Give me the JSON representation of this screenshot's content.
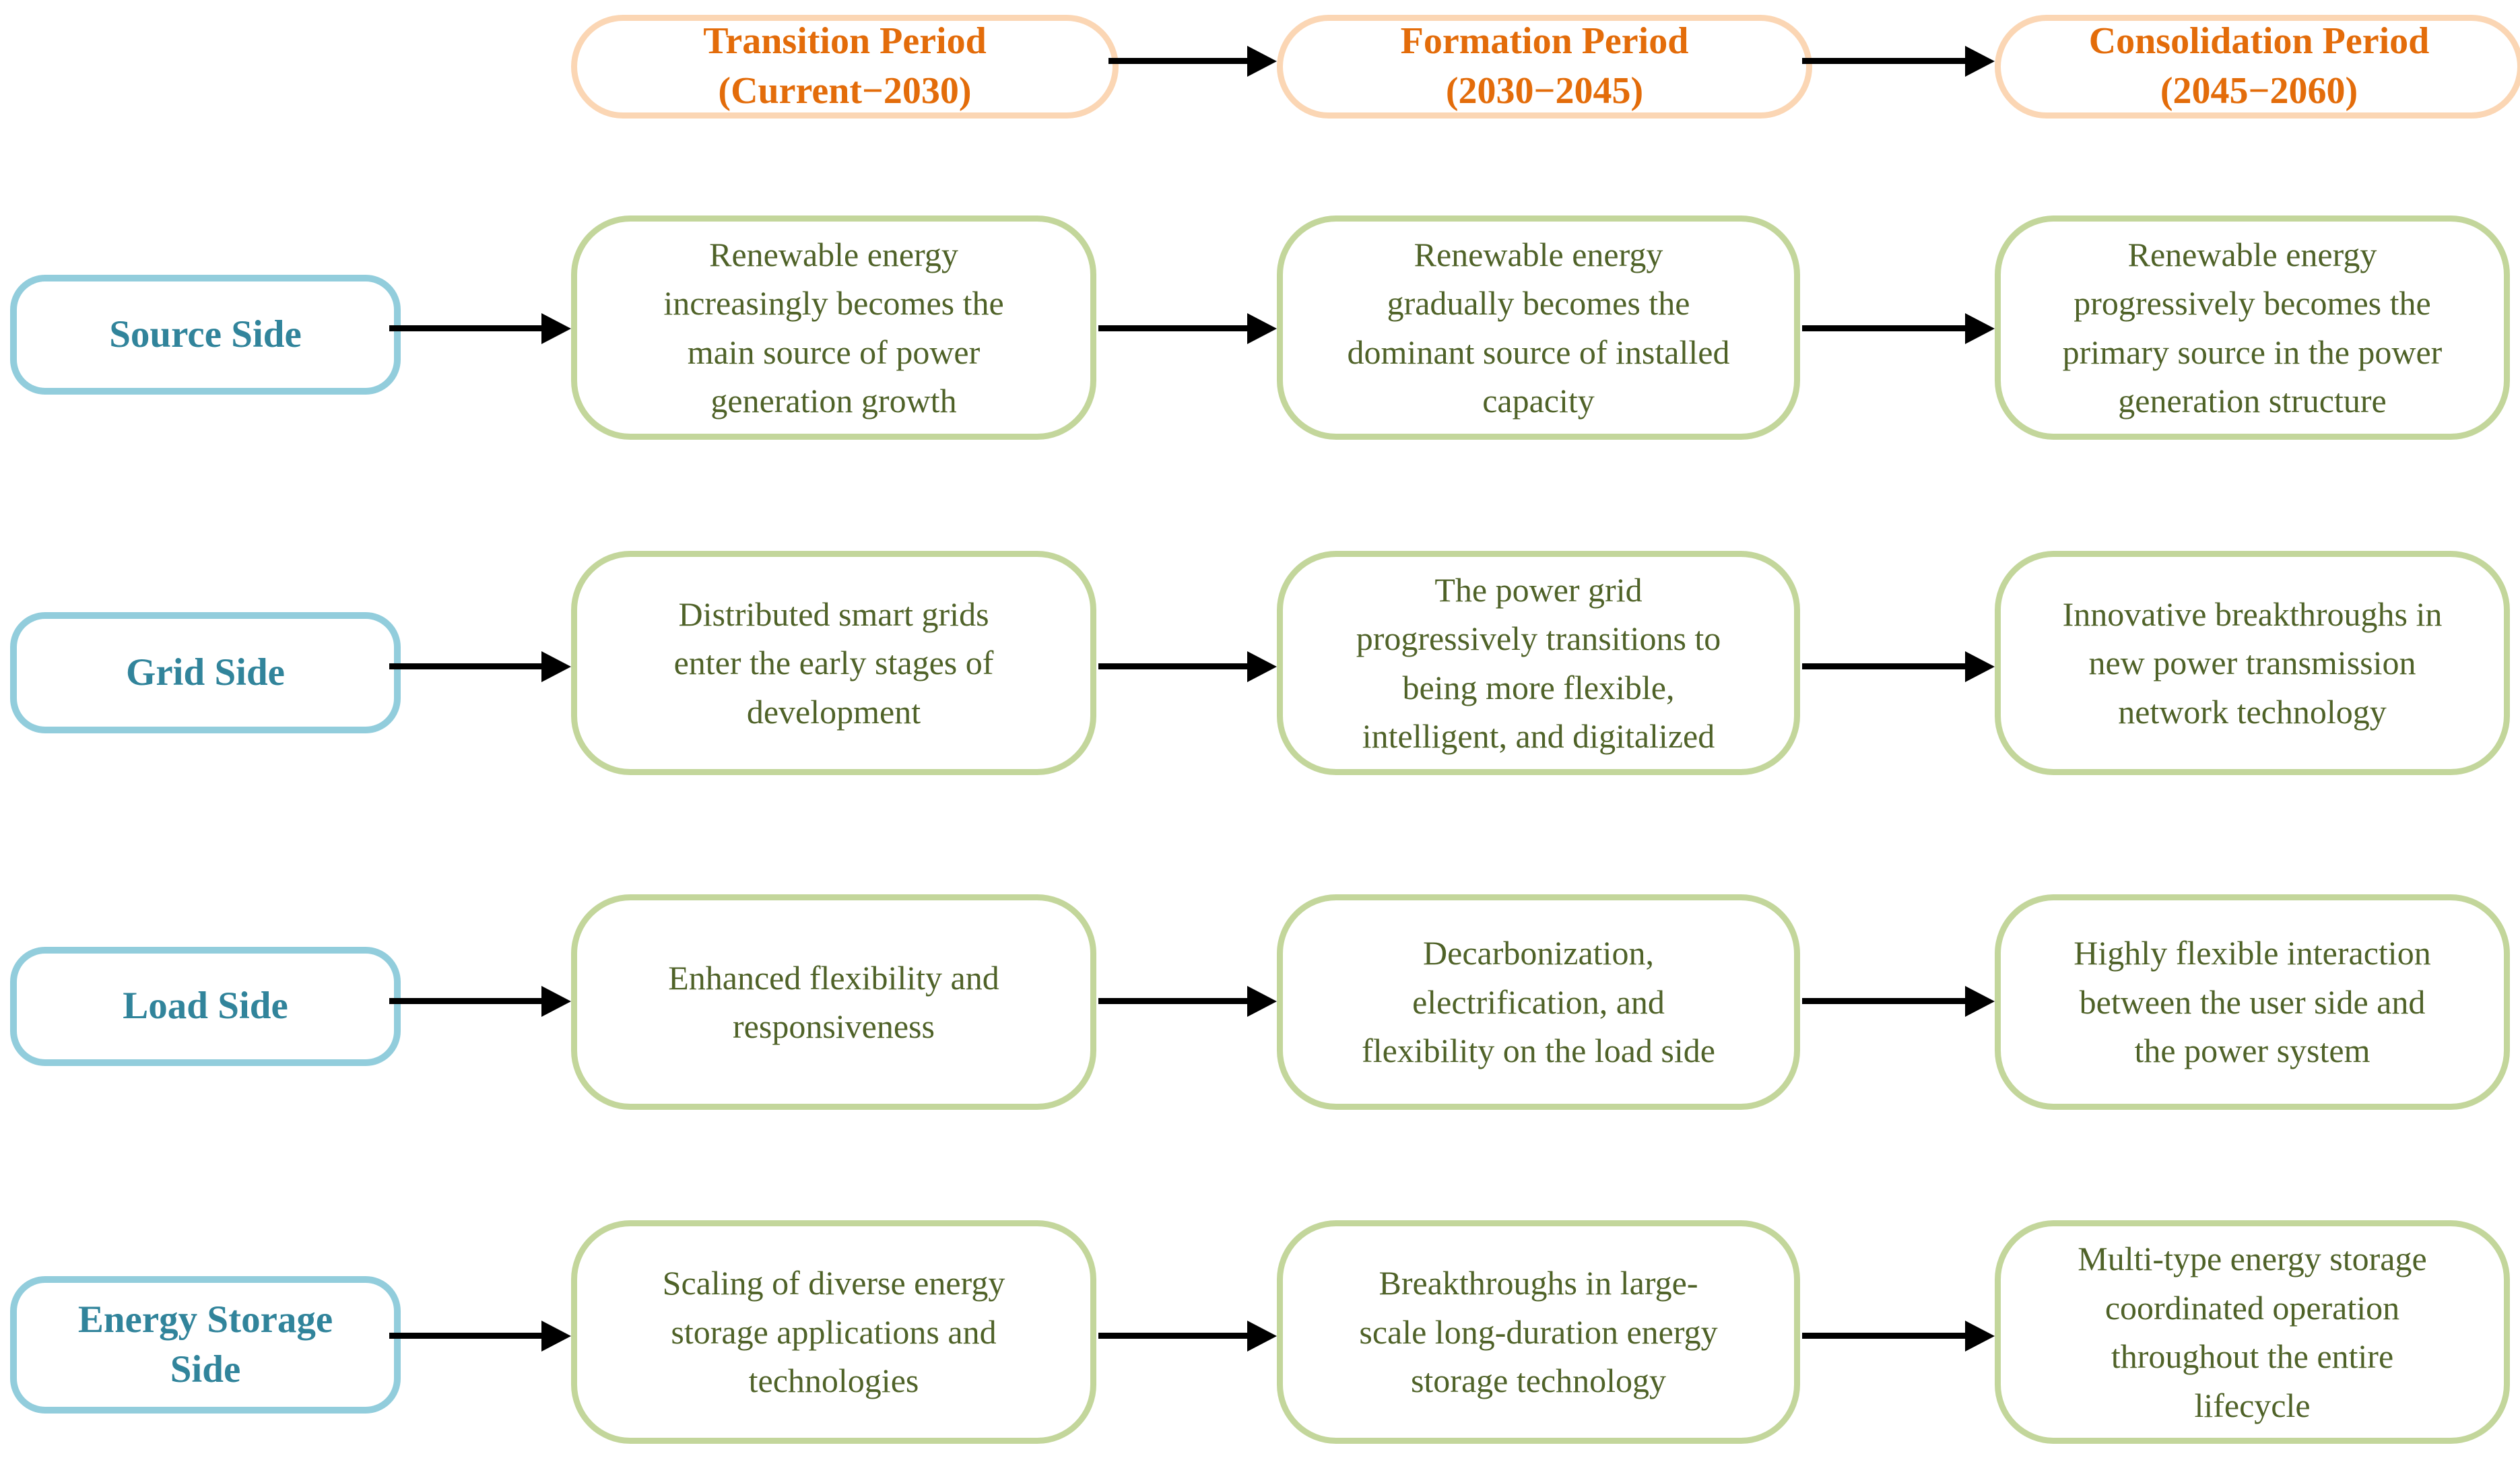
{
  "palette": {
    "header_text": "#E36C0A",
    "header_border": "#FBD6B4",
    "label_text": "#31849B",
    "label_border": "#92CDDC",
    "cell_text": "#4F6228",
    "cell_border": "#C3D69B",
    "arrow": "#000000",
    "bg": "#FFFFFF"
  },
  "periods": [
    {
      "lines": [
        "Transition Period",
        "(Current−2030)"
      ]
    },
    {
      "lines": [
        "Formation Period",
        "(2030−2045)"
      ]
    },
    {
      "lines": [
        "Consolidation Period",
        "(2045−2060)"
      ]
    }
  ],
  "rows": [
    {
      "label_lines": [
        "Source Side"
      ],
      "cells": [
        {
          "lines": [
            "Renewable energy",
            "increasingly becomes the",
            "main source of power",
            "generation growth"
          ]
        },
        {
          "lines": [
            "Renewable energy",
            "gradually becomes the",
            "dominant source of installed",
            "capacity"
          ]
        },
        {
          "lines": [
            "Renewable energy",
            "progressively becomes the",
            "primary source in the power",
            "generation structure"
          ]
        }
      ]
    },
    {
      "label_lines": [
        "Grid Side"
      ],
      "cells": [
        {
          "lines": [
            "Distributed smart grids",
            "enter the early stages of",
            "development"
          ]
        },
        {
          "lines": [
            "The power grid",
            "progressively transitions to",
            "being more flexible,",
            "intelligent, and digitalized"
          ]
        },
        {
          "lines": [
            "Innovative breakthroughs in",
            "new power transmission",
            "network technology"
          ]
        }
      ]
    },
    {
      "label_lines": [
        "Load Side"
      ],
      "cells": [
        {
          "lines": [
            "Enhanced flexibility and",
            "responsiveness"
          ]
        },
        {
          "lines": [
            "Decarbonization,",
            "electrification, and",
            "flexibility on the load side"
          ]
        },
        {
          "lines": [
            "Highly flexible interaction",
            "between the user side and",
            "the power system"
          ]
        }
      ]
    },
    {
      "label_lines": [
        "Energy Storage",
        "Side"
      ],
      "cells": [
        {
          "lines": [
            "Scaling of diverse energy",
            "storage applications and",
            "technologies"
          ]
        },
        {
          "lines": [
            "Breakthroughs in large-",
            "scale long-duration energy",
            "storage technology"
          ]
        },
        {
          "lines": [
            "Multi-type energy storage",
            "coordinated operation",
            "throughout the entire",
            "lifecycle"
          ]
        }
      ]
    }
  ]
}
